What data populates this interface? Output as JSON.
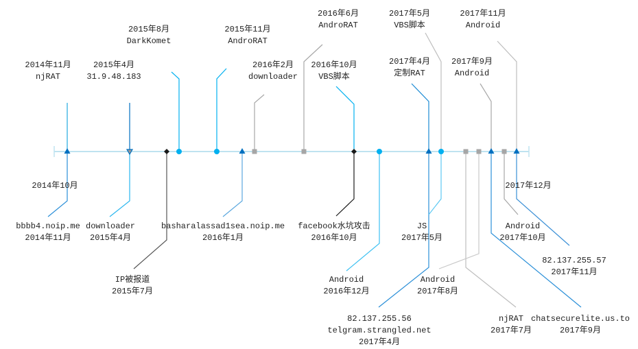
{
  "colors": {
    "axis": "#bfe3f0",
    "blue": "#0070c0",
    "cyan": "#00b0f0",
    "gray": "#a6a6a6",
    "black": "#1a1a1a",
    "lightgray": "#c8c8c8"
  },
  "events": [
    {
      "id": "njrat-2014-11",
      "lines": [
        "2014年11月",
        "njRAT"
      ],
      "marker": "triangle",
      "color": "#0070c0",
      "line_color": "#1fa8e0"
    },
    {
      "id": "ip-2015-04",
      "lines": [
        "2015年4月",
        "31.9.48.183"
      ],
      "marker": "triangle-down",
      "color": "#0070c0",
      "line_color": "#0070c0"
    },
    {
      "id": "darkkomet-2015-08",
      "lines": [
        "2015年8月",
        "DarkKomet"
      ],
      "marker": "circle",
      "color": "#00b0f0",
      "line_color": "#00b0f0"
    },
    {
      "id": "androrat-2015-11",
      "lines": [
        "2015年11月",
        "AndroRAT"
      ],
      "marker": "circle",
      "color": "#00b0f0",
      "line_color": "#00b0f0"
    },
    {
      "id": "downloader-2016-02",
      "lines": [
        "2016年2月",
        "downloader"
      ],
      "marker": "square",
      "color": "#a6a6a6",
      "line_color": "#a6a6a6"
    },
    {
      "id": "androrat-2016-06",
      "lines": [
        "2016年6月",
        "AndroRAT"
      ],
      "marker": "square",
      "color": "#a6a6a6",
      "line_color": "#a6a6a6"
    },
    {
      "id": "vbs-2016-10",
      "lines": [
        "2016年10月",
        "VBS脚本"
      ],
      "marker": "diamond",
      "color": "#1a1a1a",
      "line_color": "#00b0f0"
    },
    {
      "id": "customrat-2017-04",
      "lines": [
        "2017年4月",
        "定制RAT"
      ],
      "marker": "triangle",
      "color": "#0070c0",
      "line_color": "#1a8ad4"
    },
    {
      "id": "vbs-2017-05",
      "lines": [
        "2017年5月",
        "VBS脚本"
      ],
      "marker": "circle",
      "color": "#00b0f0",
      "line_color": "#bdbdbd"
    },
    {
      "id": "android-2017-09-top",
      "lines": [
        "2017年9月",
        "Android"
      ],
      "marker": "triangle",
      "color": "#0070c0",
      "line_color": "#a6a6a6"
    },
    {
      "id": "android-2017-11-top",
      "lines": [
        "2017年11月",
        "Android"
      ],
      "marker": "triangle",
      "color": "#0070c0",
      "line_color": "#bdbdbd"
    },
    {
      "id": "bbbb4-2014-11",
      "lines": [
        "bbbb4.noip.me",
        "2014年11月"
      ],
      "marker": "none",
      "color": "#0070c0",
      "line_color": "#2a8fd8"
    },
    {
      "id": "downloader-2015-04",
      "lines": [
        "downloader",
        "2015年4月"
      ],
      "marker": "none",
      "color": "#00b0f0",
      "line_color": "#29b6ef"
    },
    {
      "id": "ip-reported-2015-07",
      "lines": [
        "IP被报道",
        "2015年7月"
      ],
      "marker": "diamond",
      "color": "#1a1a1a",
      "line_color": "#555555"
    },
    {
      "id": "bashar-2016-01",
      "lines": [
        "basharalassad1sea.noip.me",
        "2016年1月"
      ],
      "marker": "triangle",
      "color": "#0070c0",
      "line_color": "#5aa7de"
    },
    {
      "id": "facebook-2016-10",
      "lines": [
        "facebook水坑攻击",
        "2016年10月"
      ],
      "marker": "none",
      "color": "#1a1a1a",
      "line_color": "#1a1a1a"
    },
    {
      "id": "android-2016-12",
      "lines": [
        "Android",
        "2016年12月"
      ],
      "marker": "circle",
      "color": "#00b0f0",
      "line_color": "#3cc0f2"
    },
    {
      "id": "telgram-2017-04",
      "lines": [
        "82.137.255.56",
        "telgram.strangled.net",
        "2017年4月"
      ],
      "marker": "none",
      "color": "#0070c0",
      "line_color": "#2a8fd8"
    },
    {
      "id": "js-2017-05",
      "lines": [
        "JS",
        "2017年5月"
      ],
      "marker": "none",
      "color": "#00b0f0",
      "line_color": "#5cc8f2"
    },
    {
      "id": "njrat-2017-07",
      "lines": [
        "njRAT",
        "2017年7月"
      ],
      "marker": "square",
      "color": "#a6a6a6",
      "line_color": "#bdbdbd"
    },
    {
      "id": "android-2017-08",
      "lines": [
        "Android",
        "2017年8月"
      ],
      "marker": "square",
      "color": "#a6a6a6",
      "line_color": "#c8c8c8"
    },
    {
      "id": "chatsecure-2017-09",
      "lines": [
        "chatsecurelite.us.to",
        "2017年9月"
      ],
      "marker": "none",
      "color": "#0070c0",
      "line_color": "#2a8fd8"
    },
    {
      "id": "android-2017-10",
      "lines": [
        "Android",
        "2017年10月"
      ],
      "marker": "square",
      "color": "#a6a6a6",
      "line_color": "#a6a6a6"
    },
    {
      "id": "ip-2017-11",
      "lines": [
        "82.137.255.57",
        "2017年11月"
      ],
      "marker": "square",
      "color": "#a6a6a6",
      "line_color": "#3a8fd6"
    }
  ],
  "floating_labels": [
    "2014年10月",
    "2017年12月"
  ]
}
